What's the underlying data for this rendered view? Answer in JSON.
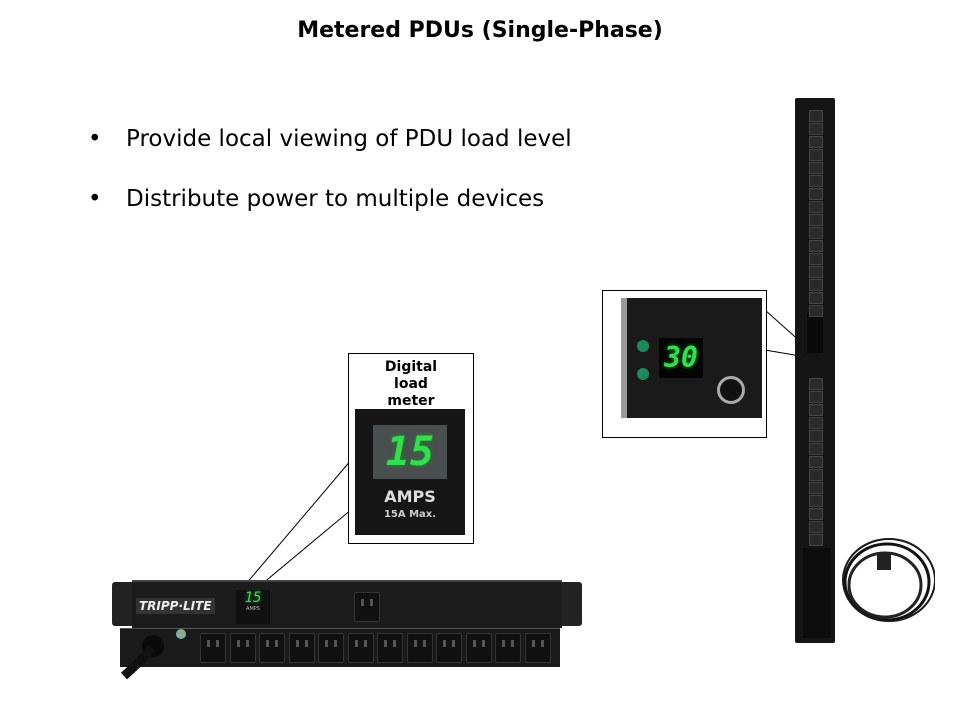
{
  "slide": {
    "title": "Metered PDUs (Single-Phase)",
    "bullets": [
      "Provide local viewing of PDU load level",
      "Distribute power to multiple devices"
    ]
  },
  "callout_horizontal": {
    "label": "Digital load meter",
    "display_value": "15",
    "unit": "AMPS",
    "rating": "15A Max."
  },
  "horizontal_pdu": {
    "brand": "TRIPP·LITE",
    "display_value": "15",
    "unit": "AMPS",
    "outlet_count": 12
  },
  "callout_vertical": {
    "display_value": "30"
  },
  "colors": {
    "display_green": "#2ee04a",
    "pdu_body": "#1c1c1c"
  }
}
